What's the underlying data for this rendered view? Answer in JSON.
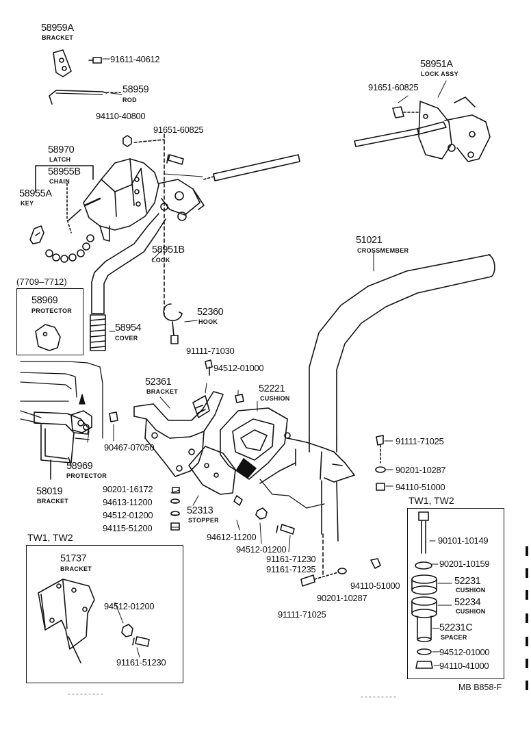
{
  "diagram_code": "MB B858-F",
  "variant_note": "(7709–7712)",
  "box_headers": {
    "tw_left": "TW1, TW2",
    "tw_right": "TW1, TW2"
  },
  "parts": {
    "p58959A": {
      "num": "58959A",
      "name": "BRACKET"
    },
    "p91611_40612": {
      "num": "91611-40612"
    },
    "p58959": {
      "num": "58959",
      "name": "ROD"
    },
    "p94110_40800": {
      "num": "94110-40800"
    },
    "p91651_60825_a": {
      "num": "91651-60825"
    },
    "p58970": {
      "num": "58970",
      "name": "LATCH"
    },
    "p58955B": {
      "num": "58955B",
      "name": "CHAIN"
    },
    "p58955A": {
      "num": "58955A",
      "name": "KEY"
    },
    "p58951B": {
      "num": "58951B",
      "name": "LOCK"
    },
    "p58969_box": {
      "num": "58969",
      "name": "PROTECTOR"
    },
    "p58954": {
      "num": "58954",
      "name": "COVER"
    },
    "p52360": {
      "num": "52360",
      "name": "HOOK"
    },
    "p91111_71030": {
      "num": "91111-71030"
    },
    "p94512_01000_a": {
      "num": "94512-01000"
    },
    "p52361": {
      "num": "52361",
      "name": "BRACKET"
    },
    "p52221": {
      "num": "52221",
      "name": "CUSHION"
    },
    "p90467_07050": {
      "num": "90467-07050"
    },
    "p58969": {
      "num": "58969",
      "name": "PROTECTOR"
    },
    "p58019": {
      "num": "58019",
      "name": "BRACKET"
    },
    "p90201_16172": {
      "num": "90201-16172"
    },
    "p94613_11200": {
      "num": "94613-11200"
    },
    "p94512_01200_a": {
      "num": "94512-01200"
    },
    "p94115_51200": {
      "num": "94115-51200"
    },
    "p52313": {
      "num": "52313",
      "name": "STOPPER"
    },
    "p94612_11200": {
      "num": "94612-11200"
    },
    "p94512_01200_b": {
      "num": "94512-01200"
    },
    "p91161_71230": {
      "num": "91161-71230"
    },
    "p91161_71235": {
      "num": "91161-71235"
    },
    "p90201_10287_a": {
      "num": "90201-10287"
    },
    "p91111_71025_a": {
      "num": "91111-71025"
    },
    "p94110_51000_a": {
      "num": "94110-51000"
    },
    "p58951A": {
      "num": "58951A",
      "name": "LOCK ASSY"
    },
    "p91651_60825_b": {
      "num": "91651-60825"
    },
    "p51021": {
      "num": "51021",
      "name": "CROSSMEMBER"
    },
    "p91111_71025_b": {
      "num": "91111-71025"
    },
    "p90201_10287_b": {
      "num": "90201-10287"
    },
    "p94110_51000_b": {
      "num": "94110-51000"
    },
    "p51737": {
      "num": "51737",
      "name": "BRACKET"
    },
    "p94512_01200_c": {
      "num": "94512-01200"
    },
    "p91161_51230": {
      "num": "91161-51230"
    },
    "p90101_10149": {
      "num": "90101-10149"
    },
    "p90201_10159": {
      "num": "90201-10159"
    },
    "p52231": {
      "num": "52231",
      "name": "CUSHION"
    },
    "p52234": {
      "num": "52234",
      "name": "CUSHION"
    },
    "p52231C": {
      "num": "52231C",
      "name": "SPACER"
    },
    "p94512_01000_b": {
      "num": "94512-01000"
    },
    "p94110_41000": {
      "num": "94110-41000"
    }
  }
}
